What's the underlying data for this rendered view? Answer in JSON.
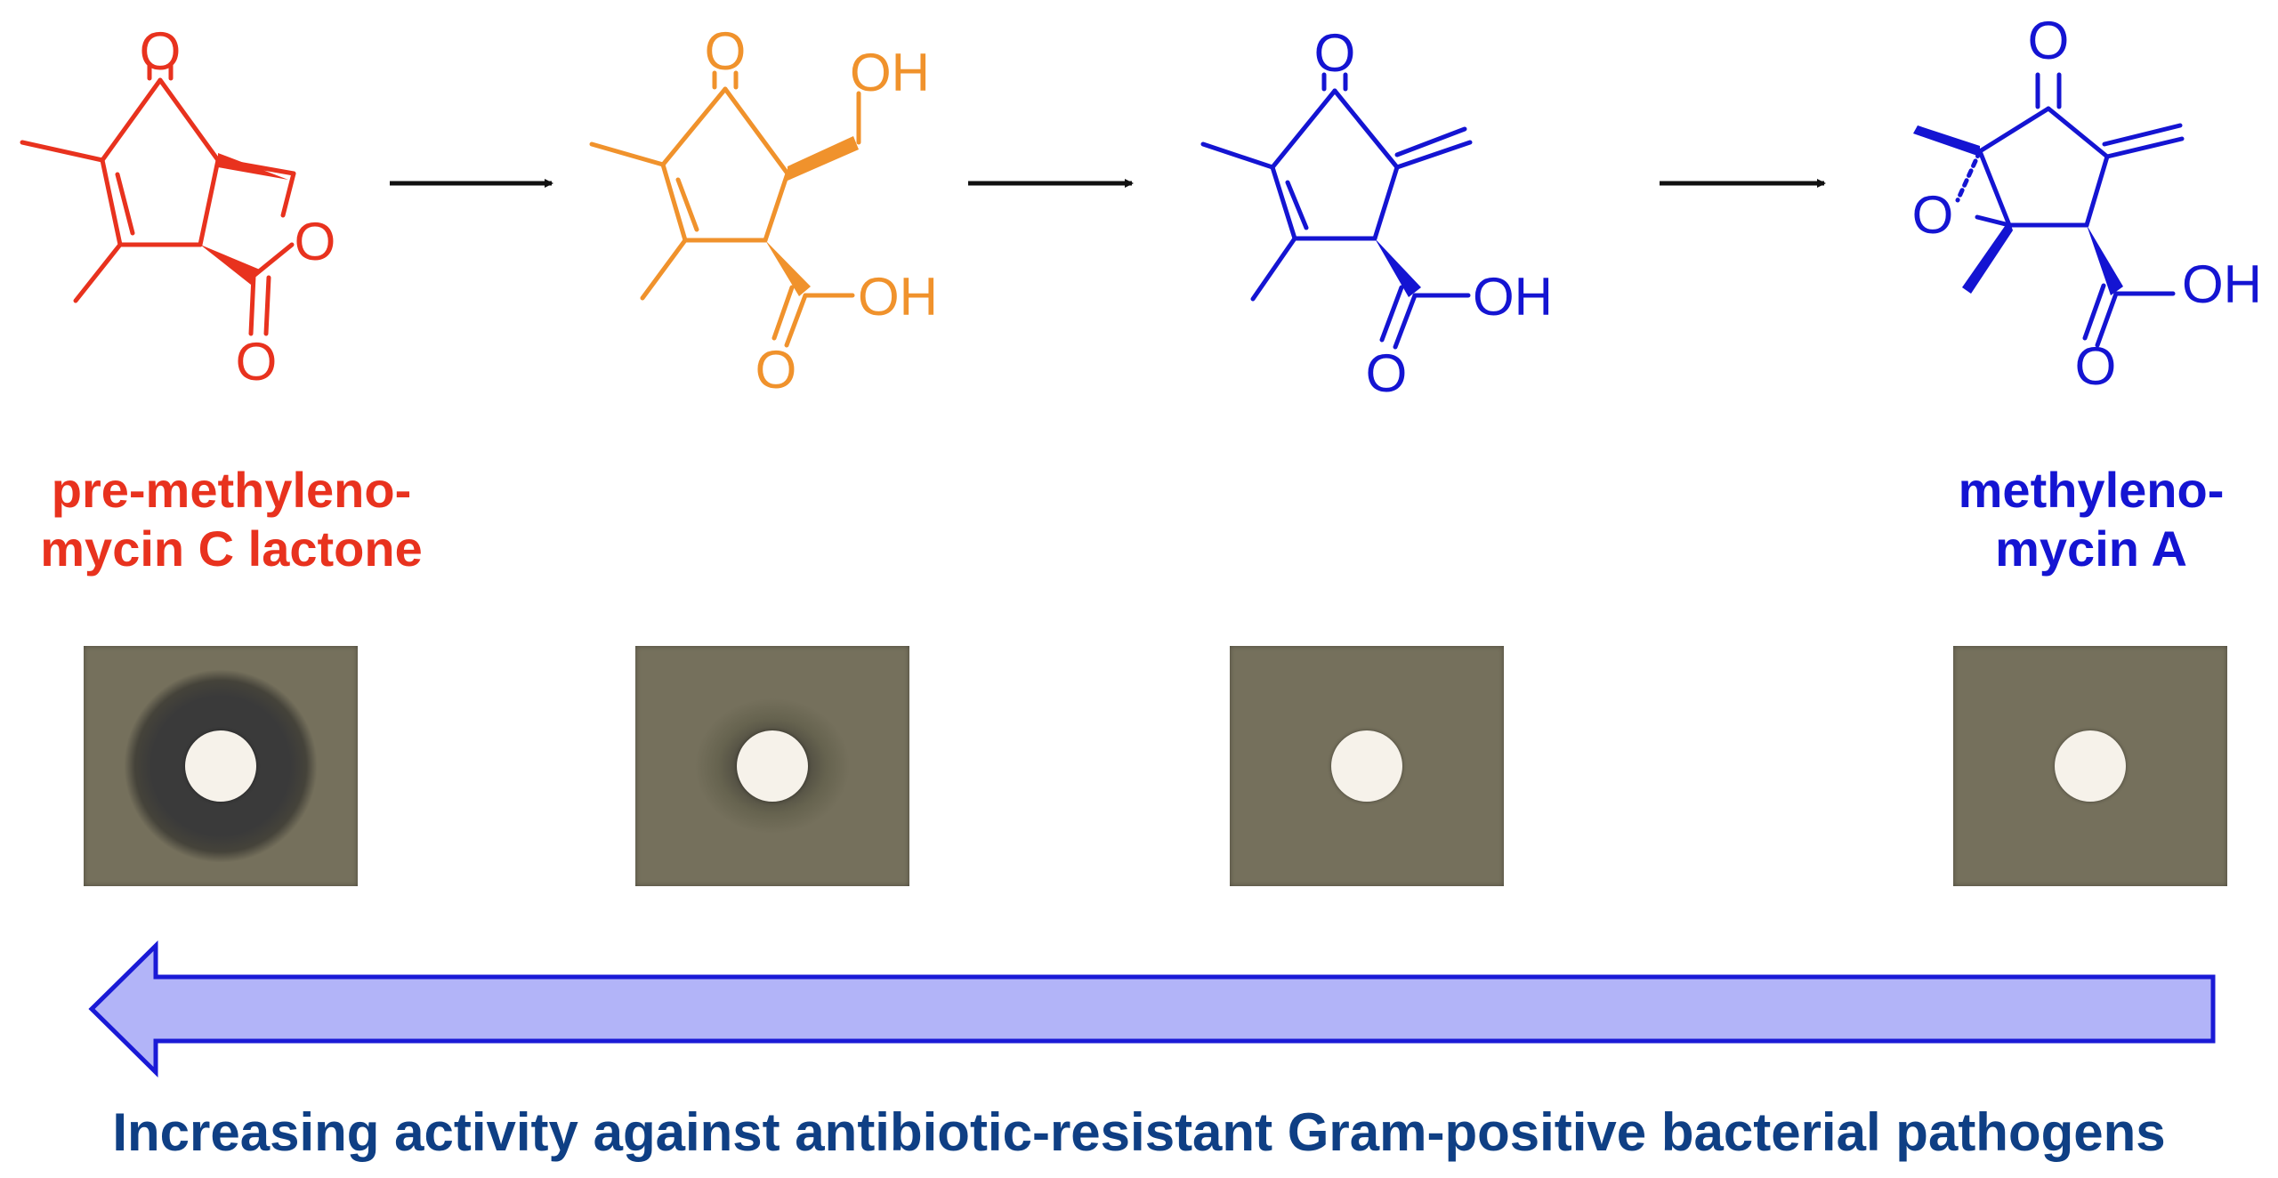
{
  "colors": {
    "stage1": "#e8321e",
    "stage2": "#f0922c",
    "stage3": "#1414d2",
    "stage4": "#1414d2",
    "reaction_arrow": "#111111",
    "activity_arrow_fill": "#b2b4f8",
    "activity_arrow_stroke": "#1a1ad6",
    "bottom_text": "#0f3f84",
    "plate_agar": "#75705c",
    "plate_zone": "#3a3a3a",
    "plate_disc": "#f6f2ea"
  },
  "atoms": {
    "oxygen": "O",
    "hydroxyl": "OH"
  },
  "labels": {
    "stage1_line1": "pre-methyleno-",
    "stage1_line2": "mycin C lactone",
    "stage4_line1": "methyleno-",
    "stage4_line2": "mycin A"
  },
  "bottom_text": "Increasing activity against antibiotic-resistant Gram-positive bacterial pathogens",
  "plates": [
    {
      "inhibition_zone": "large"
    },
    {
      "inhibition_zone": "small"
    },
    {
      "inhibition_zone": "none"
    },
    {
      "inhibition_zone": "none"
    }
  ]
}
